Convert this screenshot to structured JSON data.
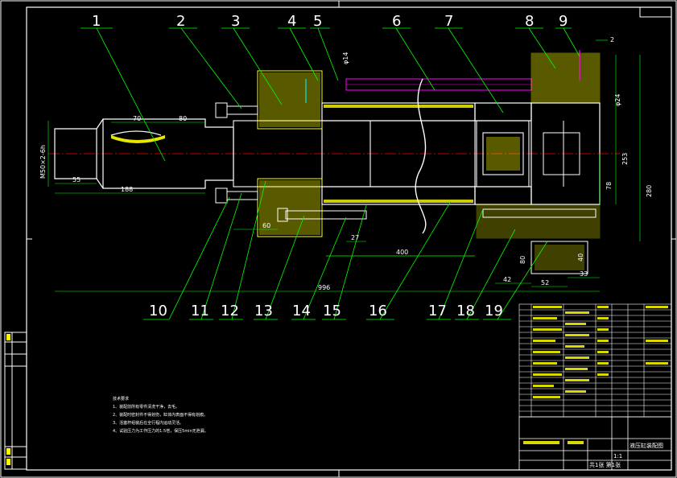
{
  "callouts": [
    "1",
    "2",
    "3",
    "4",
    "5",
    "6",
    "7",
    "8",
    "9",
    "10",
    "11",
    "12",
    "13",
    "14",
    "15",
    "16",
    "17",
    "18",
    "19"
  ],
  "dimensions": {
    "thread": "M50×2-6h",
    "d55": "55",
    "d188": "188",
    "d70": "70",
    "d80": "80",
    "d60": "60",
    "d27": "27",
    "d400": "400",
    "d996": "996",
    "d42": "42",
    "d52": "52",
    "d33": "33",
    "d2": "2",
    "d253": "253",
    "d280": "280",
    "d78": "78",
    "d40": "40",
    "d80b": "80",
    "dia14": "φ14",
    "dia24": "φ24"
  },
  "notes": {
    "title": "技术要求",
    "lines": [
      "1、装配前所有零件清洗干净，去毛。",
      "2、装配时密封件不得划伤，缸体内表面不得有划痕。",
      "3、活塞杆组装后在全行程内运动灵活。",
      "4、试验压力为工作压力的1.5倍，保压5min无泄漏。"
    ]
  },
  "title_block": {
    "drawing_name": "液压缸装配图",
    "scale": "1:1",
    "sheet": "共1张 第1张"
  },
  "colors": {
    "background": "#000000",
    "outline": "#ffffff",
    "section": "#ffff00",
    "leader": "#00ff00",
    "centerline": "#ff0000",
    "accent": "#ff00ff",
    "cyan": "#00ffff"
  }
}
